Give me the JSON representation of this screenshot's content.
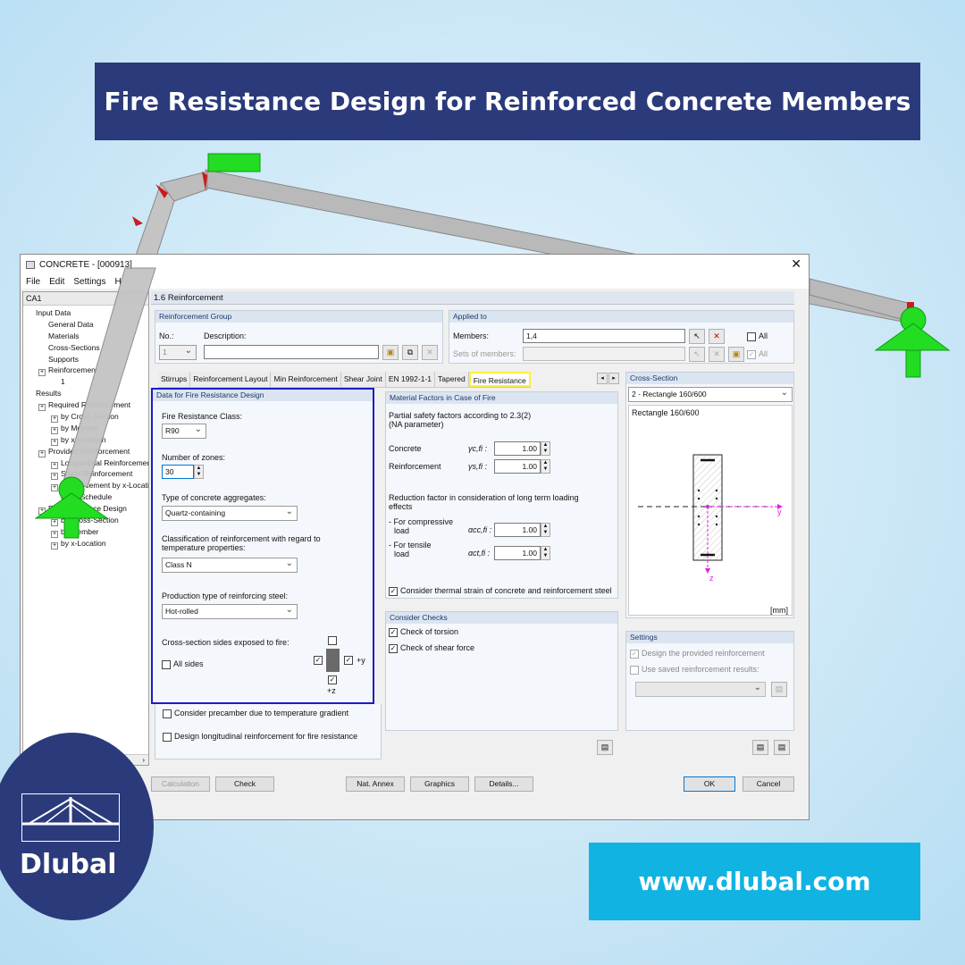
{
  "banner": {
    "title": "Fire Resistance Design for Reinforced Concrete Members"
  },
  "footer": {
    "url": "www.dlubal.com",
    "logo": "Dlubal"
  },
  "window": {
    "title": "CONCRETE - [000913]",
    "menu": [
      "File",
      "Edit",
      "Settings",
      "H"
    ]
  },
  "tree": {
    "case": "CA1",
    "items": [
      {
        "label": "Input Data",
        "indent": 0,
        "icon": "folder-icon"
      },
      {
        "label": "General Data",
        "indent": 1,
        "icon": "page-icon"
      },
      {
        "label": "Materials",
        "indent": 1,
        "icon": "page-icon"
      },
      {
        "label": "Cross-Sections",
        "indent": 1,
        "icon": "page-icon"
      },
      {
        "label": "Supports",
        "indent": 1,
        "icon": "page-icon"
      },
      {
        "label": "Reinforcement",
        "indent": 1,
        "icon": "expand-icon"
      },
      {
        "label": "1",
        "indent": 2,
        "icon": "page-icon"
      },
      {
        "label": "Results",
        "indent": 0,
        "icon": "folder-icon"
      },
      {
        "label": "Required Reinforcement",
        "indent": 1,
        "icon": "expand-icon"
      },
      {
        "label": "by Cross-Section",
        "indent": 2,
        "icon": "expand-icon"
      },
      {
        "label": "by Member",
        "indent": 2,
        "icon": "expand-icon"
      },
      {
        "label": "by x-Location",
        "indent": 2,
        "icon": "expand-icon"
      },
      {
        "label": "Provided Reinforcement",
        "indent": 1,
        "icon": "expand-icon"
      },
      {
        "label": "Longitudinal Reinforcement",
        "indent": 2,
        "icon": "expand-icon"
      },
      {
        "label": "Shear Reinforcement",
        "indent": 2,
        "icon": "expand-icon"
      },
      {
        "label": "Reinforcement by x-Location",
        "indent": 2,
        "icon": "expand-icon"
      },
      {
        "label": "Steel Schedule",
        "indent": 2,
        "icon": "page-icon"
      },
      {
        "label": "Fire Resistance Design",
        "indent": 1,
        "icon": "expand-icon"
      },
      {
        "label": "by Cross-Section",
        "indent": 2,
        "icon": "expand-icon"
      },
      {
        "label": "by Member",
        "indent": 2,
        "icon": "expand-icon"
      },
      {
        "label": "by x-Location",
        "indent": 2,
        "icon": "expand-icon"
      }
    ]
  },
  "main": {
    "header": "1.6 Reinforcement",
    "group": {
      "title": "Reinforcement Group",
      "no_label": "No.:",
      "no_value": "1",
      "desc_label": "Description:",
      "desc_value": ""
    },
    "applied": {
      "title": "Applied to",
      "members_label": "Members:",
      "members_value": "1,4",
      "sets_label": "Sets of members:",
      "all_label": "All"
    },
    "tabs": [
      "Stirrups",
      "Reinforcement Layout",
      "Min Reinforcement",
      "Shear Joint",
      "EN 1992-1-1",
      "Tapered",
      "Fire Resistance"
    ],
    "active_tab": "Fire Resistance",
    "fire": {
      "title": "Data for Fire Resistance Design",
      "class_label": "Fire Resistance Class:",
      "class_value": "R90",
      "zones_label": "Number of zones:",
      "zones_value": "30",
      "aggregates_label": "Type of concrete aggregates:",
      "aggregates_value": "Quartz-containing",
      "classification_label_1": "Classification of reinforcement with regard to",
      "classification_label_2": "temperature properties:",
      "classification_value": "Class N",
      "production_label": "Production type of reinforcing steel:",
      "production_value": "Hot-rolled",
      "sides_label": "Cross-section sides exposed to fire:",
      "all_sides_label": "All sides",
      "plus_y": "+y",
      "plus_z": "+z"
    },
    "precamber_label": "Consider precamber due to temperature gradient",
    "longitudinal_label": "Design longitudinal reinforcement for fire resistance",
    "material": {
      "title": "Material Factors in Case of Fire",
      "partial_label_1": "Partial safety factors according to 2.3(2)",
      "partial_label_2": "(NA parameter)",
      "concrete_label": "Concrete",
      "concrete_sym": "γc,fi :",
      "concrete_value": "1.00",
      "reinf_label": "Reinforcement",
      "reinf_sym": "γs,fi :",
      "reinf_value": "1.00",
      "reduction_label_1": "Reduction factor in consideration of long term loading",
      "reduction_label_2": "effects",
      "comp_label_1": "- For compressive",
      "comp_label_2": "load",
      "comp_sym": "αcc,fi :",
      "comp_value": "1.00",
      "tens_label_1": "- For tensile",
      "tens_label_2": "load",
      "tens_sym": "αct,fi :",
      "tens_value": "1.00",
      "thermal_label": "Consider thermal strain of concrete and reinforcement steel"
    },
    "checks": {
      "title": "Consider Checks",
      "torsion": "Check of torsion",
      "shear": "Check of shear force"
    },
    "cross_section": {
      "title": "Cross-Section",
      "select_value": "2 - Rectangle 160/600",
      "name": "Rectangle 160/600",
      "unit": "[mm]",
      "axis_y": "y",
      "axis_z": "z"
    },
    "settings": {
      "title": "Settings",
      "design_provided": "Design the provided reinforcement",
      "use_saved": "Use saved reinforcement results:"
    }
  },
  "buttons": {
    "calculation": "Calculation",
    "check": "Check",
    "nat_annex": "Nat. Annex",
    "graphics": "Graphics",
    "details": "Details...",
    "ok": "OK",
    "cancel": "Cancel"
  },
  "colors": {
    "banner": "#2b3a7a",
    "url_bar": "#10b3e2",
    "support": "#22dd22",
    "highlight_tab": "#ffef3a",
    "frame": "#1c1cc8"
  }
}
